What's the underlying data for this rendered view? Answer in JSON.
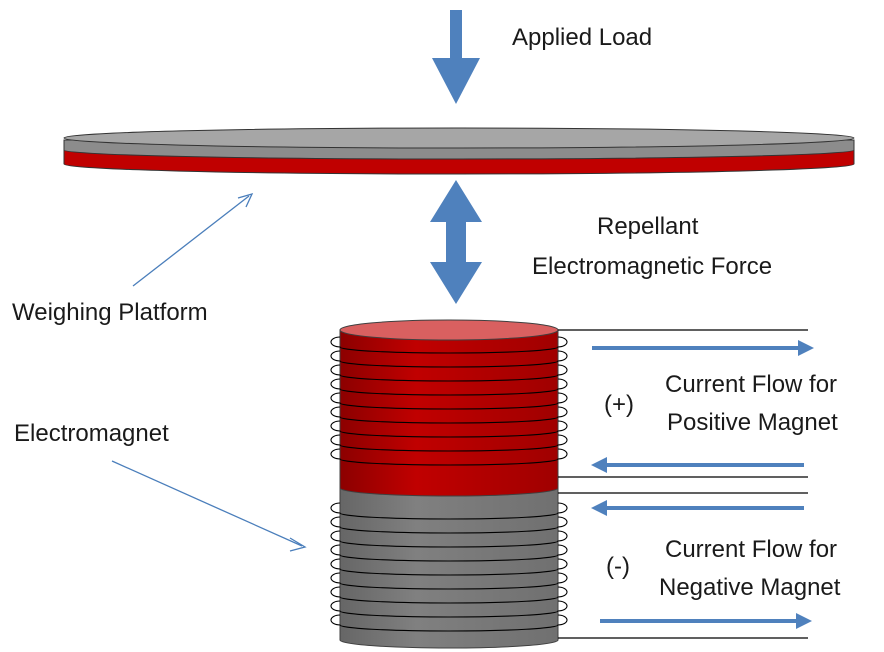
{
  "labels": {
    "applied_load": "Applied Load",
    "repellant_line1": "Repellant",
    "repellant_line2": "Electromagnetic Force",
    "weighing_platform": "Weighing Platform",
    "electromagnet": "Electromagnet",
    "positive_sign": "(+)",
    "positive_line1": "Current Flow for",
    "positive_line2": "Positive Magnet",
    "negative_sign": "(-)",
    "negative_line1": "Current Flow for",
    "negative_line2": "Negative Magnet"
  },
  "colors": {
    "arrow_blue": "#4f81bd",
    "pointer_blue": "#4a7ebb",
    "platform_gray": "#a6a6a6",
    "platform_red": "#c00000",
    "magnet_red": "#c00000",
    "magnet_red_top": "#d96060",
    "magnet_gray": "#7f7f7f",
    "coil": "#000000"
  },
  "icons": {
    "load_arrow": "down-arrow-icon",
    "force_arrow": "double-vertical-arrow-icon",
    "current_arrow_right": "right-arrow-icon",
    "current_arrow_left": "left-arrow-icon"
  }
}
